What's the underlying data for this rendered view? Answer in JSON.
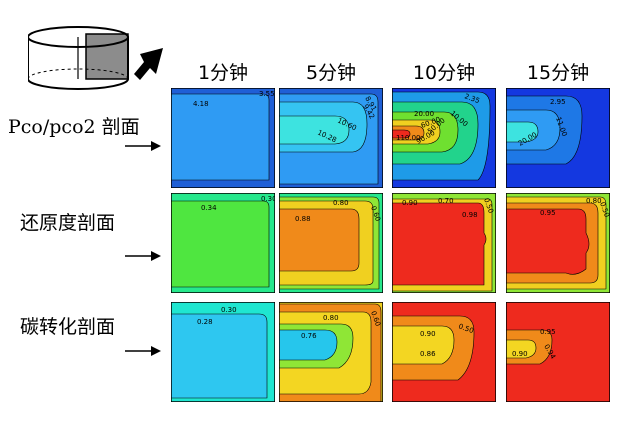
{
  "columns": [
    "1分钟",
    "5分钟",
    "10分钟",
    "15分钟"
  ],
  "rows": [
    {
      "label": "Pco/pco2 剖面",
      "panels": [
        {
          "background": "#1f5fd6",
          "fill": "#2f9bf3",
          "labels": [
            "3.55",
            "4.18"
          ]
        },
        {
          "background": "#1f5fd6",
          "fill": "#2f9bf3",
          "labels": [
            "8.91",
            "9.42",
            "10.60",
            "10.28"
          ]
        },
        {
          "background": "#1438e0",
          "fill": "#22d38c",
          "labels": [
            "2.35",
            "20.00",
            "60.00",
            "50.00",
            "110.00",
            "90.00",
            "10.00"
          ]
        },
        {
          "background": "#1438e0",
          "fill": "#2f9bf3",
          "labels": [
            "2.95",
            "11.00",
            "20.00"
          ]
        }
      ]
    },
    {
      "label": "还原度剖面",
      "panels": [
        {
          "background": "#26e88c",
          "fill": "#4fe640",
          "labels": [
            "0.34",
            "0.30"
          ]
        },
        {
          "background": "#26e88c",
          "fill": "#f08a1a",
          "labels": [
            "0.80",
            "0.60",
            "0.88"
          ]
        },
        {
          "background": "#f0d020",
          "fill": "#ee2a1e",
          "labels": [
            "0.90",
            "0.70",
            "0.50",
            "0.98"
          ]
        },
        {
          "background": "#f0d020",
          "fill": "#ee2a1e",
          "labels": [
            "0.80",
            "0.50",
            "0.95"
          ]
        }
      ]
    },
    {
      "label": "碳转化剖面",
      "panels": [
        {
          "background": "#1fe6d0",
          "fill": "#2ec7f0",
          "labels": [
            "0.30",
            "0.28"
          ]
        },
        {
          "background": "#f3d622",
          "fill": "#26c6ec",
          "labels": [
            "0.80",
            "0.60",
            "0.76"
          ]
        },
        {
          "background": "#ee2a1e",
          "fill": "#f3d622",
          "labels": [
            "0.50",
            "0.90",
            "0.86"
          ]
        },
        {
          "background": "#ee2a1e",
          "fill": "#f3d622",
          "labels": [
            "0.95",
            "0.90",
            "0.94"
          ]
        }
      ]
    }
  ]
}
